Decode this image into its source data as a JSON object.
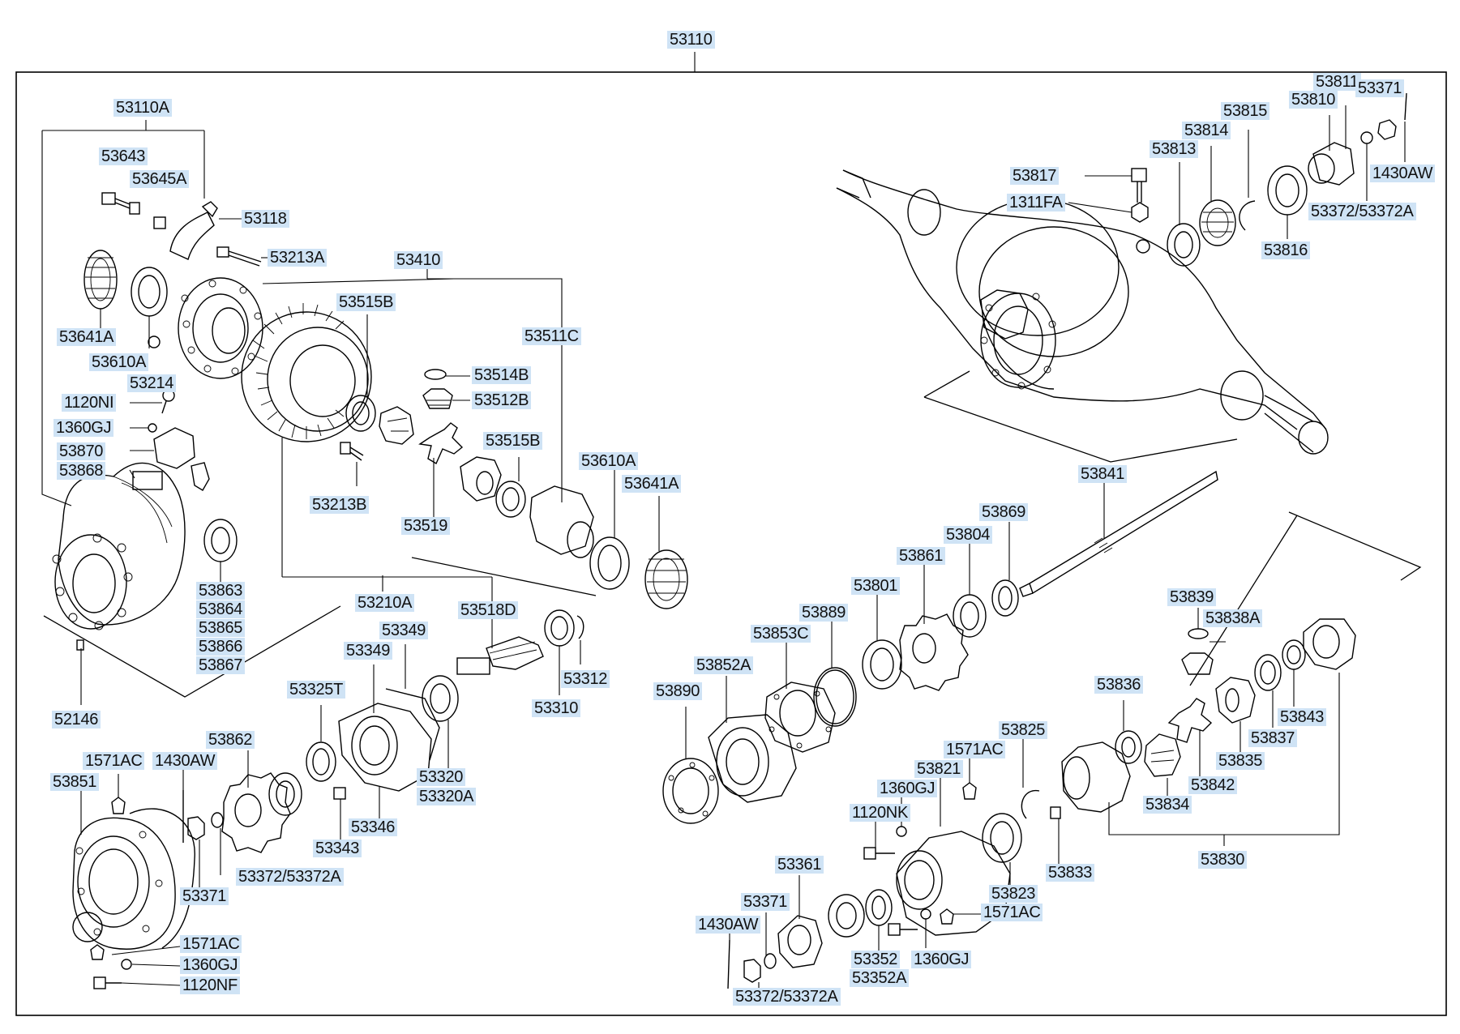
{
  "diagram": {
    "top_label": "53110",
    "labels": [
      "53110A",
      "53643",
      "53645A",
      "53118",
      "53213A",
      "53410",
      "53641A",
      "53610A",
      "53214",
      "53515B",
      "53514B",
      "53512B",
      "53511C",
      "1120NI",
      "1360GJ",
      "53870",
      "53868",
      "53515B",
      "53610A",
      "53641A",
      "53213B",
      "53519",
      "53863",
      "53864",
      "53865",
      "53866",
      "53867",
      "53210A",
      "53518D",
      "53349",
      "53349",
      "53325T",
      "53312",
      "53310",
      "53862",
      "53320",
      "53320A",
      "52146",
      "1571AC",
      "1430AW",
      "53851",
      "53346",
      "53343",
      "53372/53372A",
      "53371",
      "1571AC",
      "1360GJ",
      "1120NF",
      "53811",
      "53371",
      "53810",
      "53815",
      "53814",
      "53813",
      "53817",
      "1311FA",
      "1430AW",
      "53816",
      "53372/53372A",
      "53841",
      "53869",
      "53804",
      "53861",
      "53801",
      "53889",
      "53853C",
      "53852A",
      "53890",
      "53839",
      "53838A",
      "53836",
      "53843",
      "53837",
      "53835",
      "53842",
      "53834",
      "53825",
      "1571AC",
      "53821",
      "1360GJ",
      "1120NK",
      "53823",
      "53833",
      "53830",
      "53361",
      "53371",
      "1430AW",
      "1571AC",
      "53352",
      "53352A",
      "1360GJ",
      "53372/53372A"
    ]
  }
}
